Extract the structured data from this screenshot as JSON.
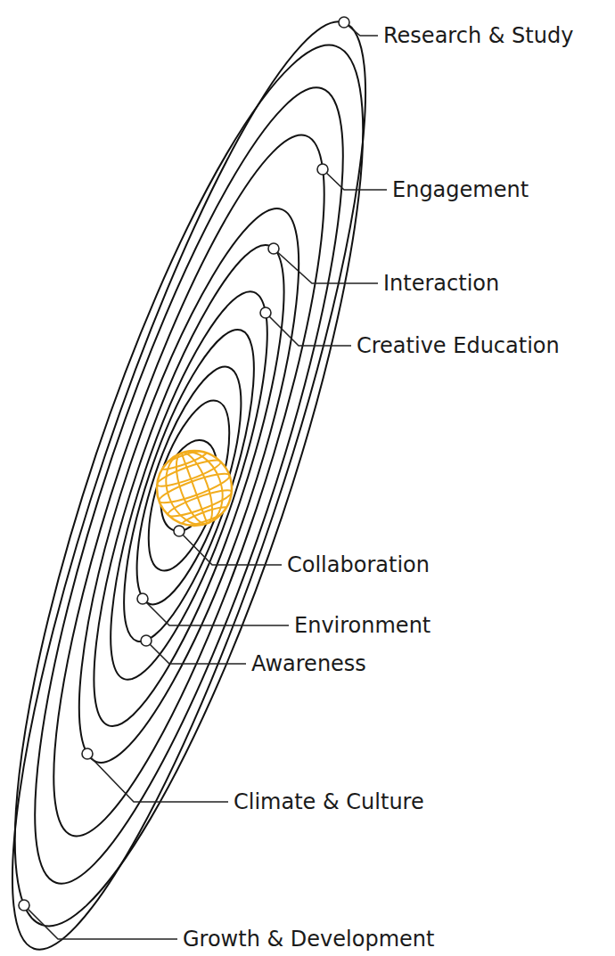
{
  "diagram": {
    "labels": [
      "Research & Study",
      "Engagement",
      "Interaction",
      "Creative Education",
      "Collaboration",
      "Environment",
      "Awareness",
      "Climate & Culture",
      "Growth & Development"
    ]
  }
}
